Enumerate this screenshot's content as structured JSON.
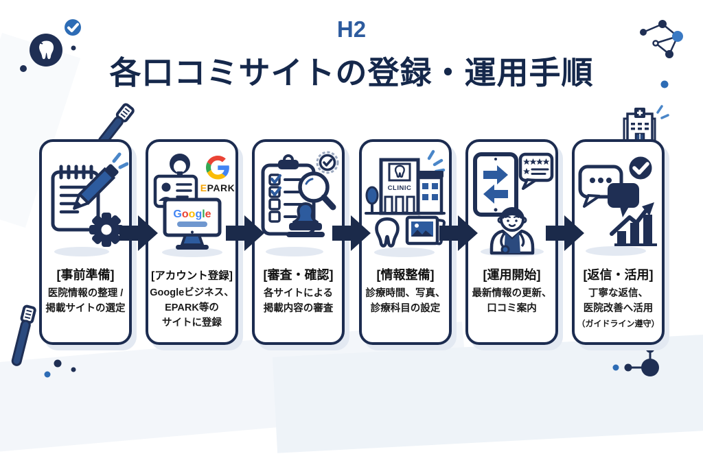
{
  "header": {
    "tag": "H2",
    "title": "各口コミサイトの登録・運用手順"
  },
  "steps": [
    {
      "heading": "[事前準備]",
      "body": "医院情報の整理 /\n掲載サイトの選定"
    },
    {
      "heading": "[アカウント登録]",
      "body": "Googleビジネス、\nEPARK等の\nサイトに登録"
    },
    {
      "heading": "[審査・確認]",
      "body": "各サイトによる\n掲載内容の審査"
    },
    {
      "heading": "[情報整備]",
      "body": "診療時間、写真、\n診療科目の設定"
    },
    {
      "heading": "[運用開始]",
      "body": "最新情報の更新、\n口コミ案内"
    },
    {
      "heading": "[返信・活用]",
      "body": "丁寧な返信、\n医院改善へ活用",
      "note": "（ガイドライン遵守）"
    }
  ],
  "logos": {
    "google_wordmark": "Google",
    "epark": "EPARK",
    "clinic_sign": "CLINIC"
  },
  "colors": {
    "navy": "#1f2f54",
    "accent_blue": "#2d5b9e",
    "sparkle_blue": "#4a86c8",
    "title_navy": "#15284b",
    "card_shadow": "#e3e9f2",
    "epark_e": "#f5a300",
    "google_letters": [
      "#4285F4",
      "#EA4335",
      "#FBBC05",
      "#4285F4",
      "#34A853",
      "#EA4335"
    ]
  }
}
